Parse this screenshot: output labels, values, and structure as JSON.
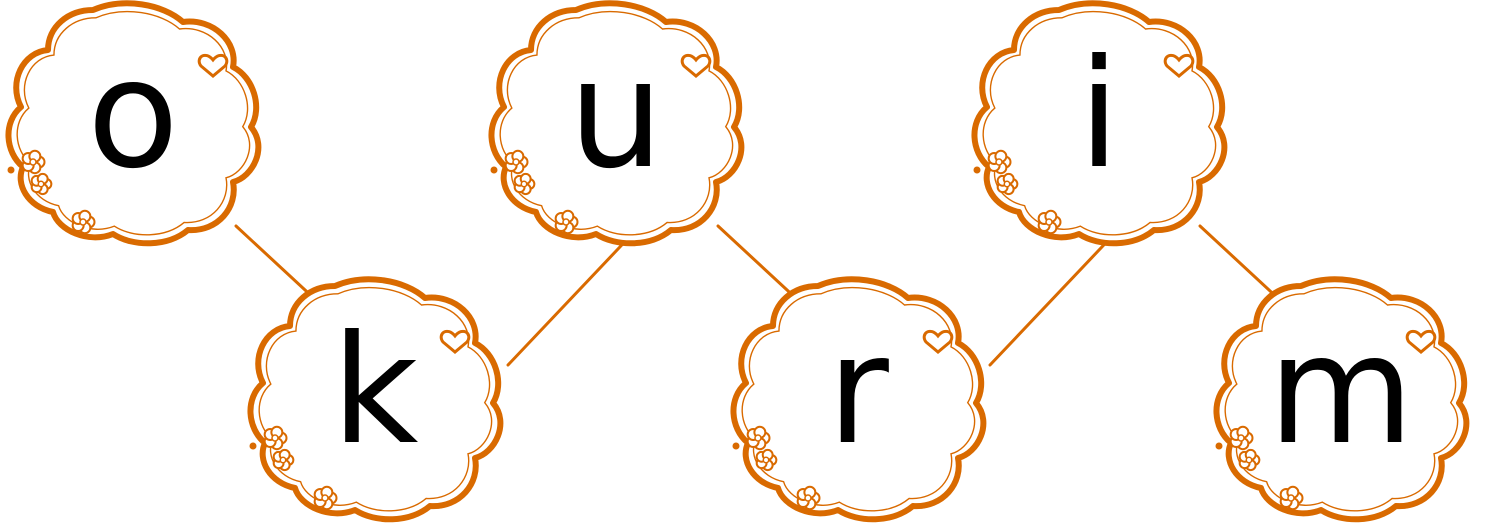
{
  "colors": {
    "cloud_stroke": "#d96a00",
    "letter_fill": "#000000",
    "background": "#ffffff"
  },
  "clouds": [
    {
      "letter": "o",
      "icon": "cloud-icon"
    },
    {
      "letter": "k",
      "icon": "cloud-icon"
    },
    {
      "letter": "u",
      "icon": "cloud-icon"
    },
    {
      "letter": "r",
      "icon": "cloud-icon"
    },
    {
      "letter": "i",
      "icon": "cloud-icon"
    },
    {
      "letter": "m",
      "icon": "cloud-icon"
    }
  ],
  "decorations": {
    "heart_icon": "heart-icon",
    "flower_icon": "flower-icon"
  }
}
